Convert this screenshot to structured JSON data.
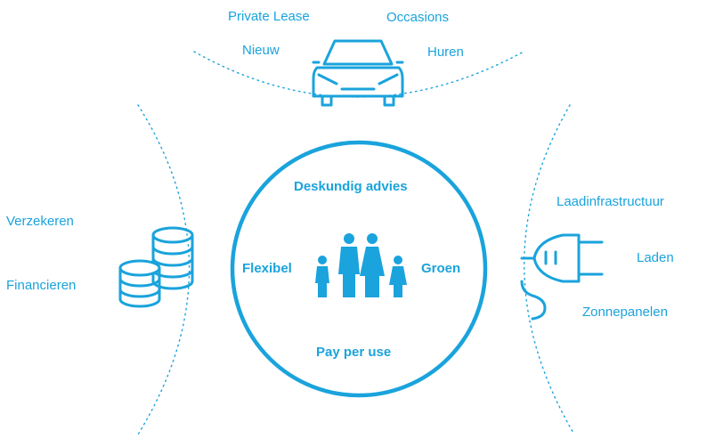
{
  "colors": {
    "accent": "#1aa3dc"
  },
  "top": {
    "icon": "car-icon",
    "items": [
      "Private Lease",
      "Occasions",
      "Nieuw",
      "Huren"
    ]
  },
  "left": {
    "icon": "coins-icon",
    "items": [
      "Verzekeren",
      "Financieren"
    ]
  },
  "right": {
    "icon": "plug-icon",
    "items": [
      "Laadinfrastructuur",
      "Laden",
      "Zonnepanelen"
    ]
  },
  "center": {
    "icon": "family-icon",
    "top": "Deskundig advies",
    "left": "Flexibel",
    "right": "Groen",
    "bottom": "Pay per use"
  }
}
